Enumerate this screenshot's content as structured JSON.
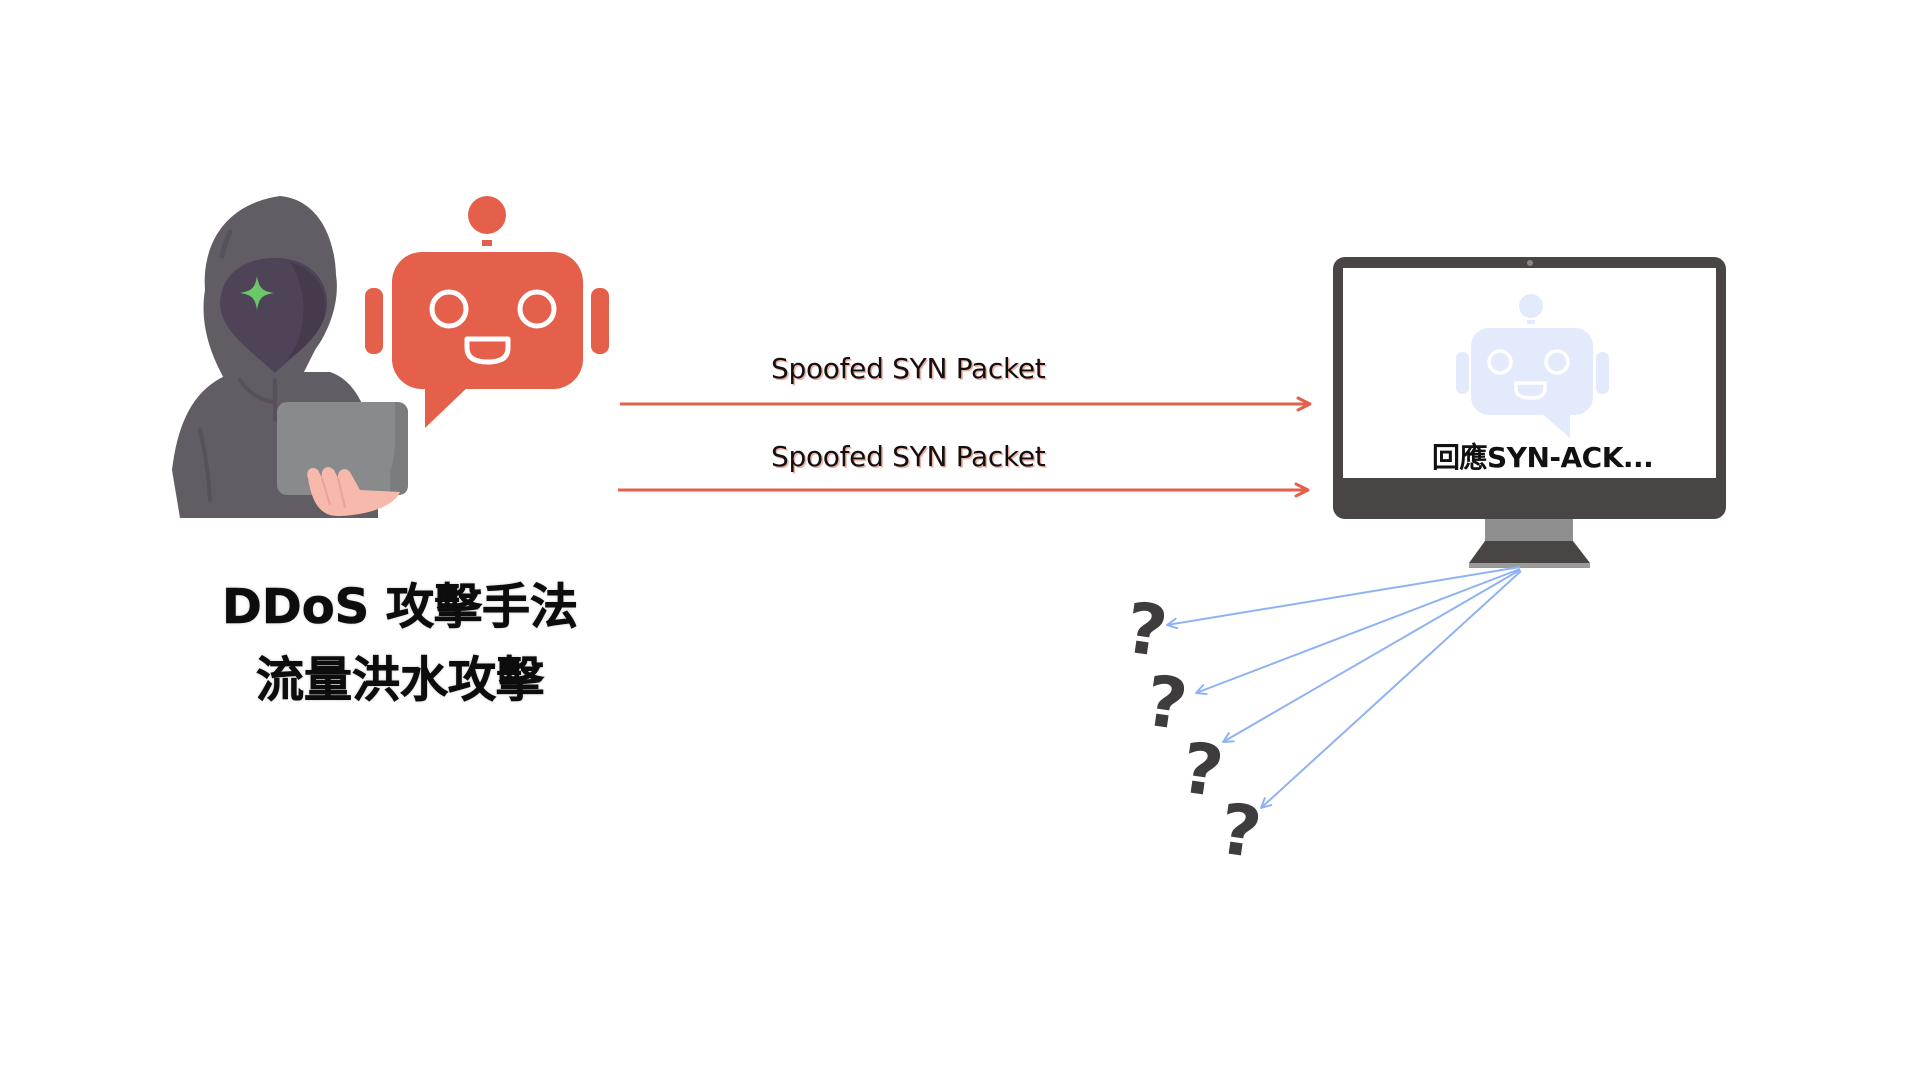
{
  "diagram": {
    "title": {
      "line1": "DDoS 攻擊手法",
      "line2": "流量洪水攻擊"
    },
    "attacker": {
      "hacker_icon": "hooded-hacker-icon",
      "bot_icon": "robot-chat-bubble-icon"
    },
    "packets": [
      {
        "label": "Spoofed SYN Packet"
      },
      {
        "label": "Spoofed SYN Packet"
      }
    ],
    "server": {
      "icon": "desktop-monitor-icon",
      "screen_icon": "faded-robot-chat-icon",
      "screen_text": "回應SYN-ACK..."
    },
    "unknown_targets": [
      {
        "symbol": "?"
      },
      {
        "symbol": "?"
      },
      {
        "symbol": "?"
      },
      {
        "symbol": "?"
      }
    ],
    "colors": {
      "attack_arrow": "#e4604a",
      "bot": "#e4604a",
      "response_arrow": "#8fb2f5",
      "faded_bot": "#e2eafc",
      "monitor_frame": "#4a4545",
      "hood": "#625d64",
      "face": "#4f4357",
      "sparkle": "#6cc76a",
      "question_mark": "#3f3c3d"
    }
  }
}
